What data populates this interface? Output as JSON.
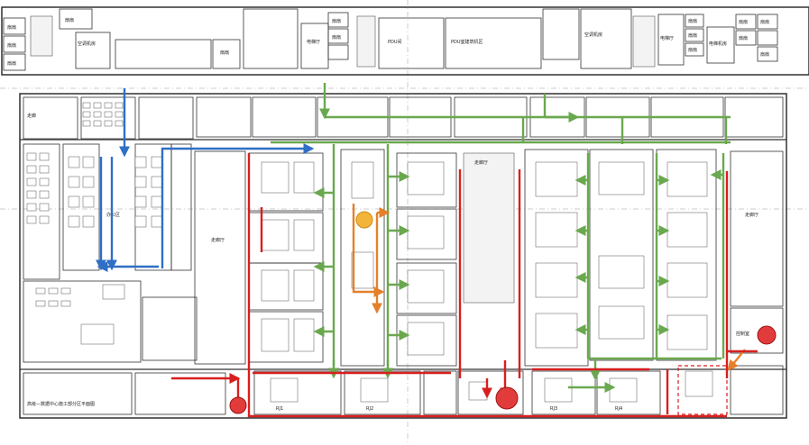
{
  "labels": {
    "top_rooms": [
      "扇扇",
      "扇扇",
      "扇扇",
      "扇扇",
      "空调机房",
      "扇扇",
      "扇扇",
      "扇扇",
      "电梯厅",
      "PDU间",
      "PDU室建筑机区",
      "空调机房",
      "电梯厅",
      "扇扇",
      "扇扇",
      "扇扇",
      "电梯机房",
      "扇扇",
      "扇扇",
      "扇扇",
      "扇扇"
    ],
    "corridor_left": "走廊",
    "office_area": "办公区",
    "hall_1": "走廊厅",
    "hall_2": "走廊厅",
    "hall_3": "走廊厅",
    "bottom_text": "高级—数据中心施工部分区平面图",
    "room_b1": "RJ1",
    "room_b2": "RJ2",
    "room_b3": "RJ3",
    "room_b4": "RJ4",
    "lower_right": "控制室"
  },
  "colors": {
    "blue_route": "#2f6fc4",
    "green_route": "#6aa84f",
    "red_route": "#d81f1f",
    "orange_route": "#e5802a",
    "marker_red": "#e23b3b",
    "marker_orange": "#f4b43a"
  },
  "routes": [
    "blue",
    "green",
    "red",
    "orange"
  ]
}
